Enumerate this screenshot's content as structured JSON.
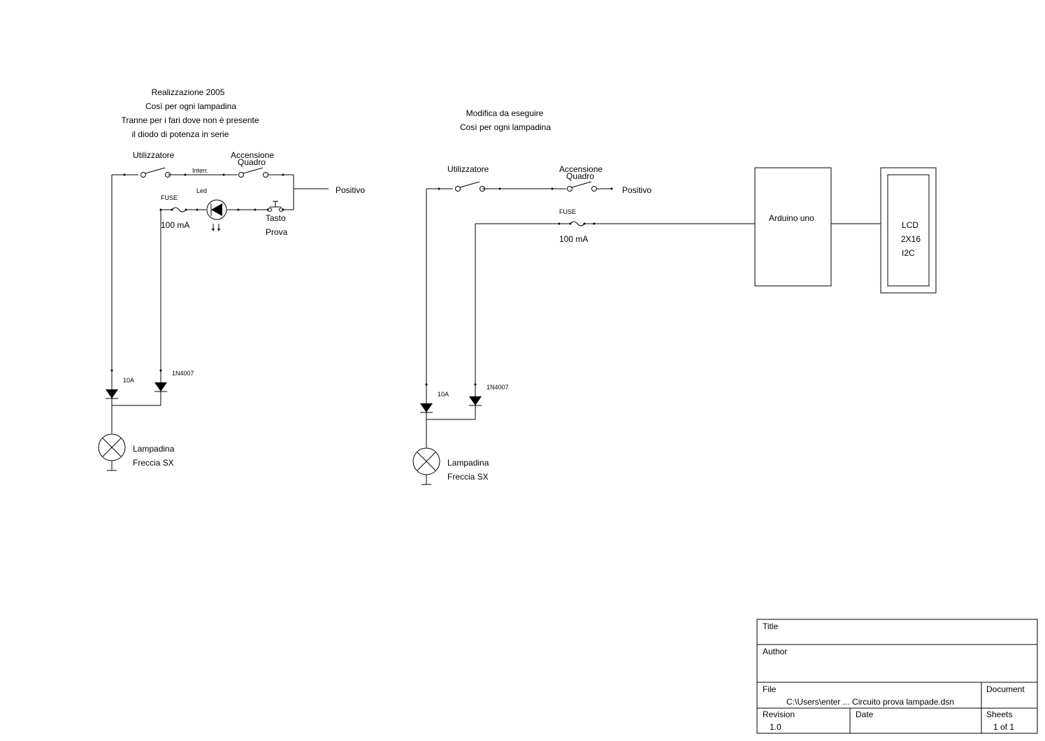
{
  "left": {
    "notes": [
      "Realizzazione 2005",
      "Così per ogni lampadina",
      "Tranne per i fari dove non è presente",
      "il diodo di potenza in serie"
    ],
    "utilizzatore": "Utilizzatore",
    "interr": "Interr.",
    "accensione": "Accensione",
    "quadro": "Quadro",
    "positivo": "Positivo",
    "led": "Led",
    "fuse": "FUSE",
    "fuse_value": "100 mA",
    "tasto": "Tasto",
    "prova": "Prova",
    "diode1": "10A",
    "diode2": "1N4007",
    "lamp1": "Lampadina",
    "lamp2": "Freccia SX"
  },
  "right": {
    "notes": [
      "Modifica da eseguire",
      "Così per ogni lampadina"
    ],
    "utilizzatore": "Utilizzatore",
    "accensione": "Accensione",
    "quadro": "Quadro",
    "positivo": "Positivo",
    "fuse": "FUSE",
    "fuse_value": "100 mA",
    "arduino": "Arduino uno",
    "lcd": [
      "LCD",
      "2X16",
      "I2C"
    ],
    "diode1": "10A",
    "diode2": "1N4007",
    "lamp1": "Lampadina",
    "lamp2": "Freccia SX"
  },
  "title_block": {
    "title_label": "Title",
    "author_label": "Author",
    "file_label": "File",
    "file_value": "C:\\Users\\enter ... Circuito prova lampade.dsn",
    "document_label": "Document",
    "revision_label": "Revision",
    "revision_value": "1.0",
    "date_label": "Date",
    "sheets_label": "Sheets",
    "sheets_value": "1 of 1"
  }
}
